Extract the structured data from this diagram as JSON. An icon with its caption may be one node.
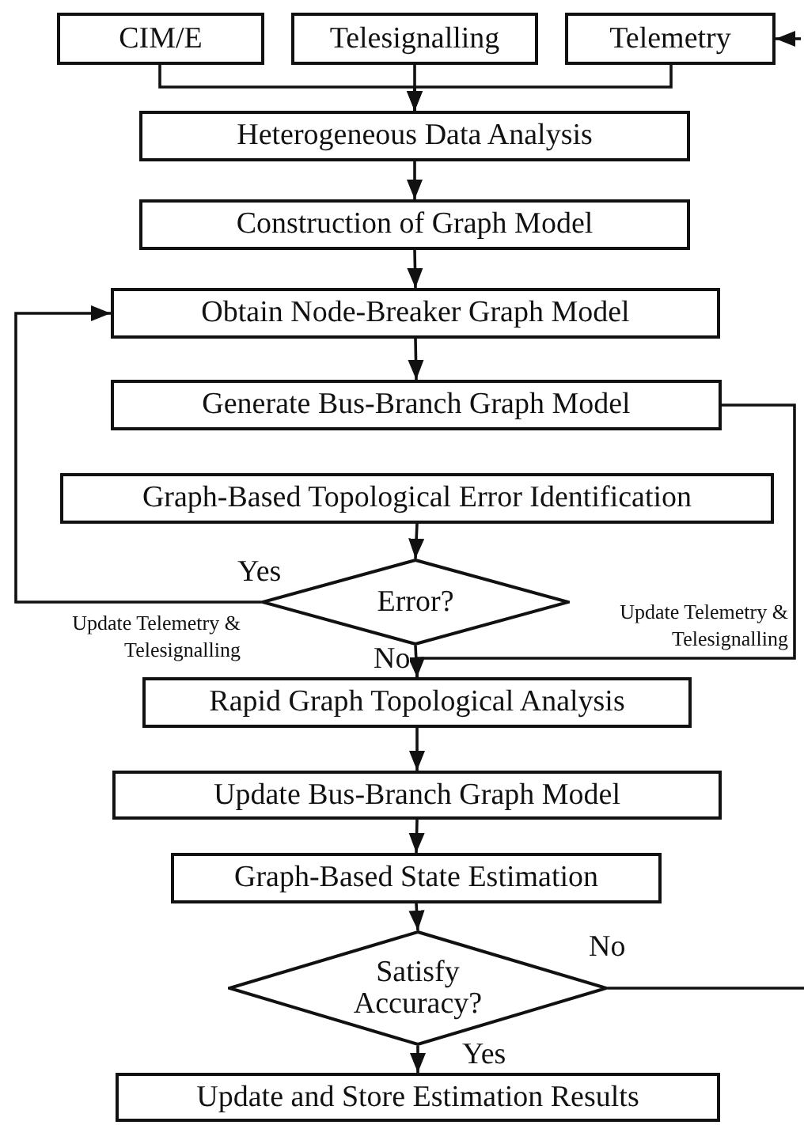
{
  "diagram": {
    "nodes": [
      {
        "text": [
          "CIM/E"
        ]
      },
      {
        "text": [
          "Telesignalling"
        ]
      },
      {
        "text": [
          "Telemetry"
        ]
      },
      {
        "text": [
          "Heterogeneous Data Analysis"
        ]
      },
      {
        "text": [
          "Construction of Graph Model"
        ]
      },
      {
        "text": [
          "Obtain Node-Breaker Graph Model"
        ]
      },
      {
        "text": [
          "Generate Bus-Branch Graph Model"
        ]
      },
      {
        "text": [
          "Graph-Based Topological Error Identification"
        ]
      },
      {
        "text": [
          "Error?"
        ]
      },
      {
        "text": [
          "Rapid Graph Topological Analysis"
        ]
      },
      {
        "text": [
          "Update Bus-Branch Graph Model"
        ]
      },
      {
        "text": [
          "Graph-Based State Estimation"
        ]
      },
      {
        "text": [
          "Satisfy Accuracy?"
        ]
      },
      {
        "text": [
          "Update and Store Estimation Results"
        ]
      }
    ],
    "edges": [
      {
        "from": 0,
        "to": 3,
        "arrow": "to"
      },
      {
        "from": 1,
        "to": 3,
        "arrow": "to"
      },
      {
        "from": 2,
        "to": 3,
        "arrow": "to"
      },
      {
        "from": 3,
        "to": 4,
        "arrow": "to"
      },
      {
        "from": 4,
        "to": 5,
        "arrow": "to"
      },
      {
        "from": 5,
        "to": 6,
        "arrow": "to"
      },
      {
        "from": 7,
        "to": 8,
        "arrow": "to"
      },
      {
        "from": 8,
        "to": 5,
        "arrow": "to",
        "label": "Update Telemetry & Telesignalling"
      },
      {
        "from": 8,
        "to": 9,
        "arrow": "to",
        "label": "No"
      },
      {
        "from": 6,
        "to": 9,
        "arrow": "to",
        "label": "Update Telemetry & Telesignalling"
      },
      {
        "from": 9,
        "to": 10,
        "arrow": "to"
      },
      {
        "from": 10,
        "to": 11,
        "arrow": "to"
      },
      {
        "from": 11,
        "to": 12,
        "arrow": "to"
      },
      {
        "from": 12,
        "to": 13,
        "arrow": "to",
        "label": "Yes"
      },
      {
        "from": null,
        "to": 2,
        "arrow": "to"
      },
      {
        "from": 12,
        "to": null,
        "arrow": "none",
        "label": "No"
      }
    ],
    "labels": [
      "Yes"
    ]
  }
}
